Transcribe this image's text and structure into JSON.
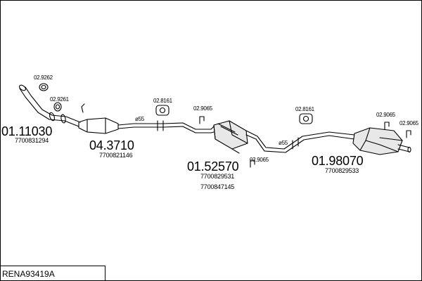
{
  "diagram_ref": "RENA93419A",
  "parts": [
    {
      "code": "01.11030",
      "oem": "7700831294"
    },
    {
      "code": "04.3710",
      "oem": "7700821146"
    },
    {
      "code": "01.52570",
      "oem": "7700829531",
      "oem_alt": "7700847145"
    },
    {
      "code": "01.98070",
      "oem": "7700829533"
    }
  ],
  "accessories": {
    "a1": "02.9262",
    "a2": "02.9261",
    "a3": "02.8161",
    "a4": "02.9065",
    "a5": "02.9065",
    "a6": "02.8161",
    "a7": "02.9065",
    "a8": "02.9065"
  },
  "pipe_diameters": {
    "d1": "ø55",
    "d2": "ø55"
  }
}
